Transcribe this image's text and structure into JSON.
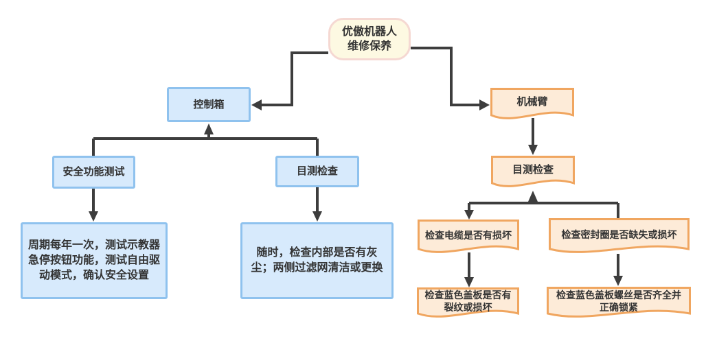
{
  "diagram": {
    "root": {
      "label": "优傲机器人\n维修保养"
    },
    "left_branch": {
      "control_box": "控制箱",
      "safety_test": "安全功能测试",
      "safety_detail": "周期每年一次，测试示教器\n急停按钮功能，测试自由驱\n动模式，确认安全设置",
      "visual_check": "目测检查",
      "visual_detail": "随时，检查内部是否有灰\n尘；两侧过滤网清洁或更换"
    },
    "right_branch": {
      "robot_arm": "机械臂",
      "visual_check": "目测检查",
      "cable_check": "检查电缆是否有损坏",
      "seal_check": "检查密封圈是否缺失或损坏",
      "cover_crack_check": "检查蓝色盖板是否有\n裂纹或损坏",
      "cover_screw_check": "检查蓝色盖板螺丝是否齐全并\n正确锁紧"
    },
    "colors": {
      "line": "#3d3d3d",
      "text": "#333333",
      "blue_fill": "#d7eafc",
      "blue_border": "#8fc2ee",
      "orange_fill": "#fdebd8",
      "orange_border": "#f0a660",
      "cream_fill": "#fdf9e2",
      "cream_border": "#f5d8d2"
    }
  }
}
